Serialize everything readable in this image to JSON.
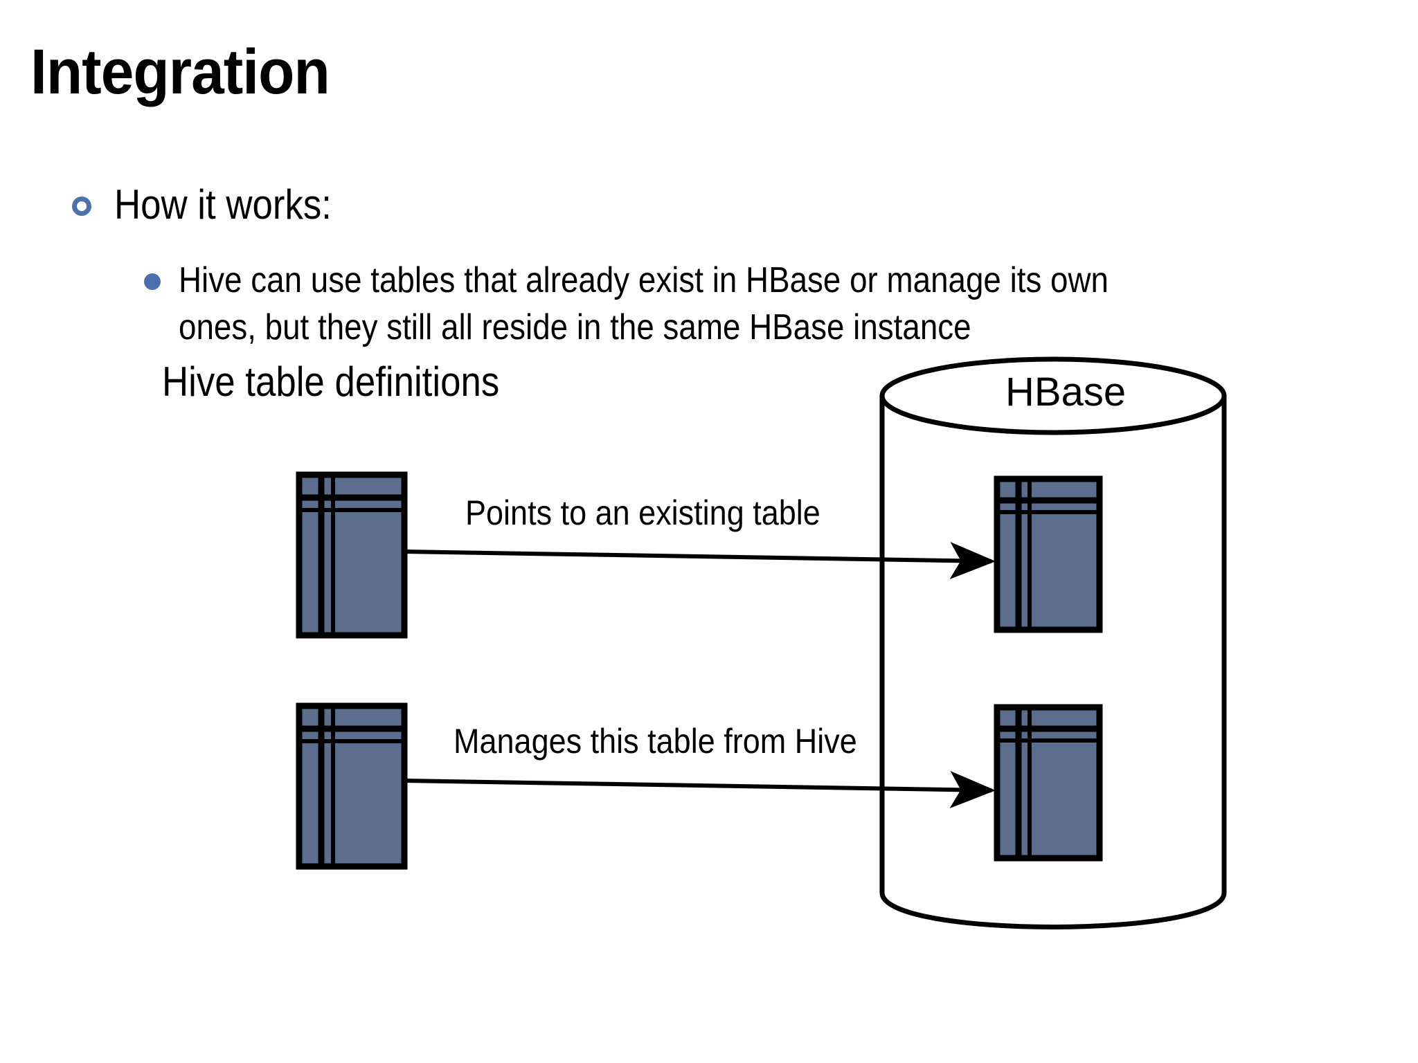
{
  "slide": {
    "title": "Integration",
    "background_color": "#ffffff",
    "text_color": "#000000"
  },
  "bullets": {
    "level1": {
      "marker": "hollow-circle",
      "marker_color": "#4c72ad",
      "text": "How it works:"
    },
    "level2": {
      "marker": "filled-circle",
      "marker_color": "#4c6fb0",
      "lines": [
        "Hive can use tables that already exist in HBase or manage its own",
        "ones, but they still all reside in the same HBase instance"
      ]
    }
  },
  "diagram": {
    "left_group_label": "Hive table definitions",
    "container_label": "HBase",
    "container_shape": "cylinder",
    "table_fill_color": "#5b6e8d",
    "table_stroke_color": "#000000",
    "arrows": [
      {
        "label": "Points to an existing table",
        "from": "hive-table-definition-1",
        "to": "hbase-table-1"
      },
      {
        "label": "Manages this table from Hive",
        "from": "hive-table-definition-2",
        "to": "hbase-table-2"
      }
    ],
    "hive_tables": [
      "hive-table-definition-1",
      "hive-table-definition-2"
    ],
    "hbase_tables": [
      "hbase-table-1",
      "hbase-table-2"
    ]
  }
}
